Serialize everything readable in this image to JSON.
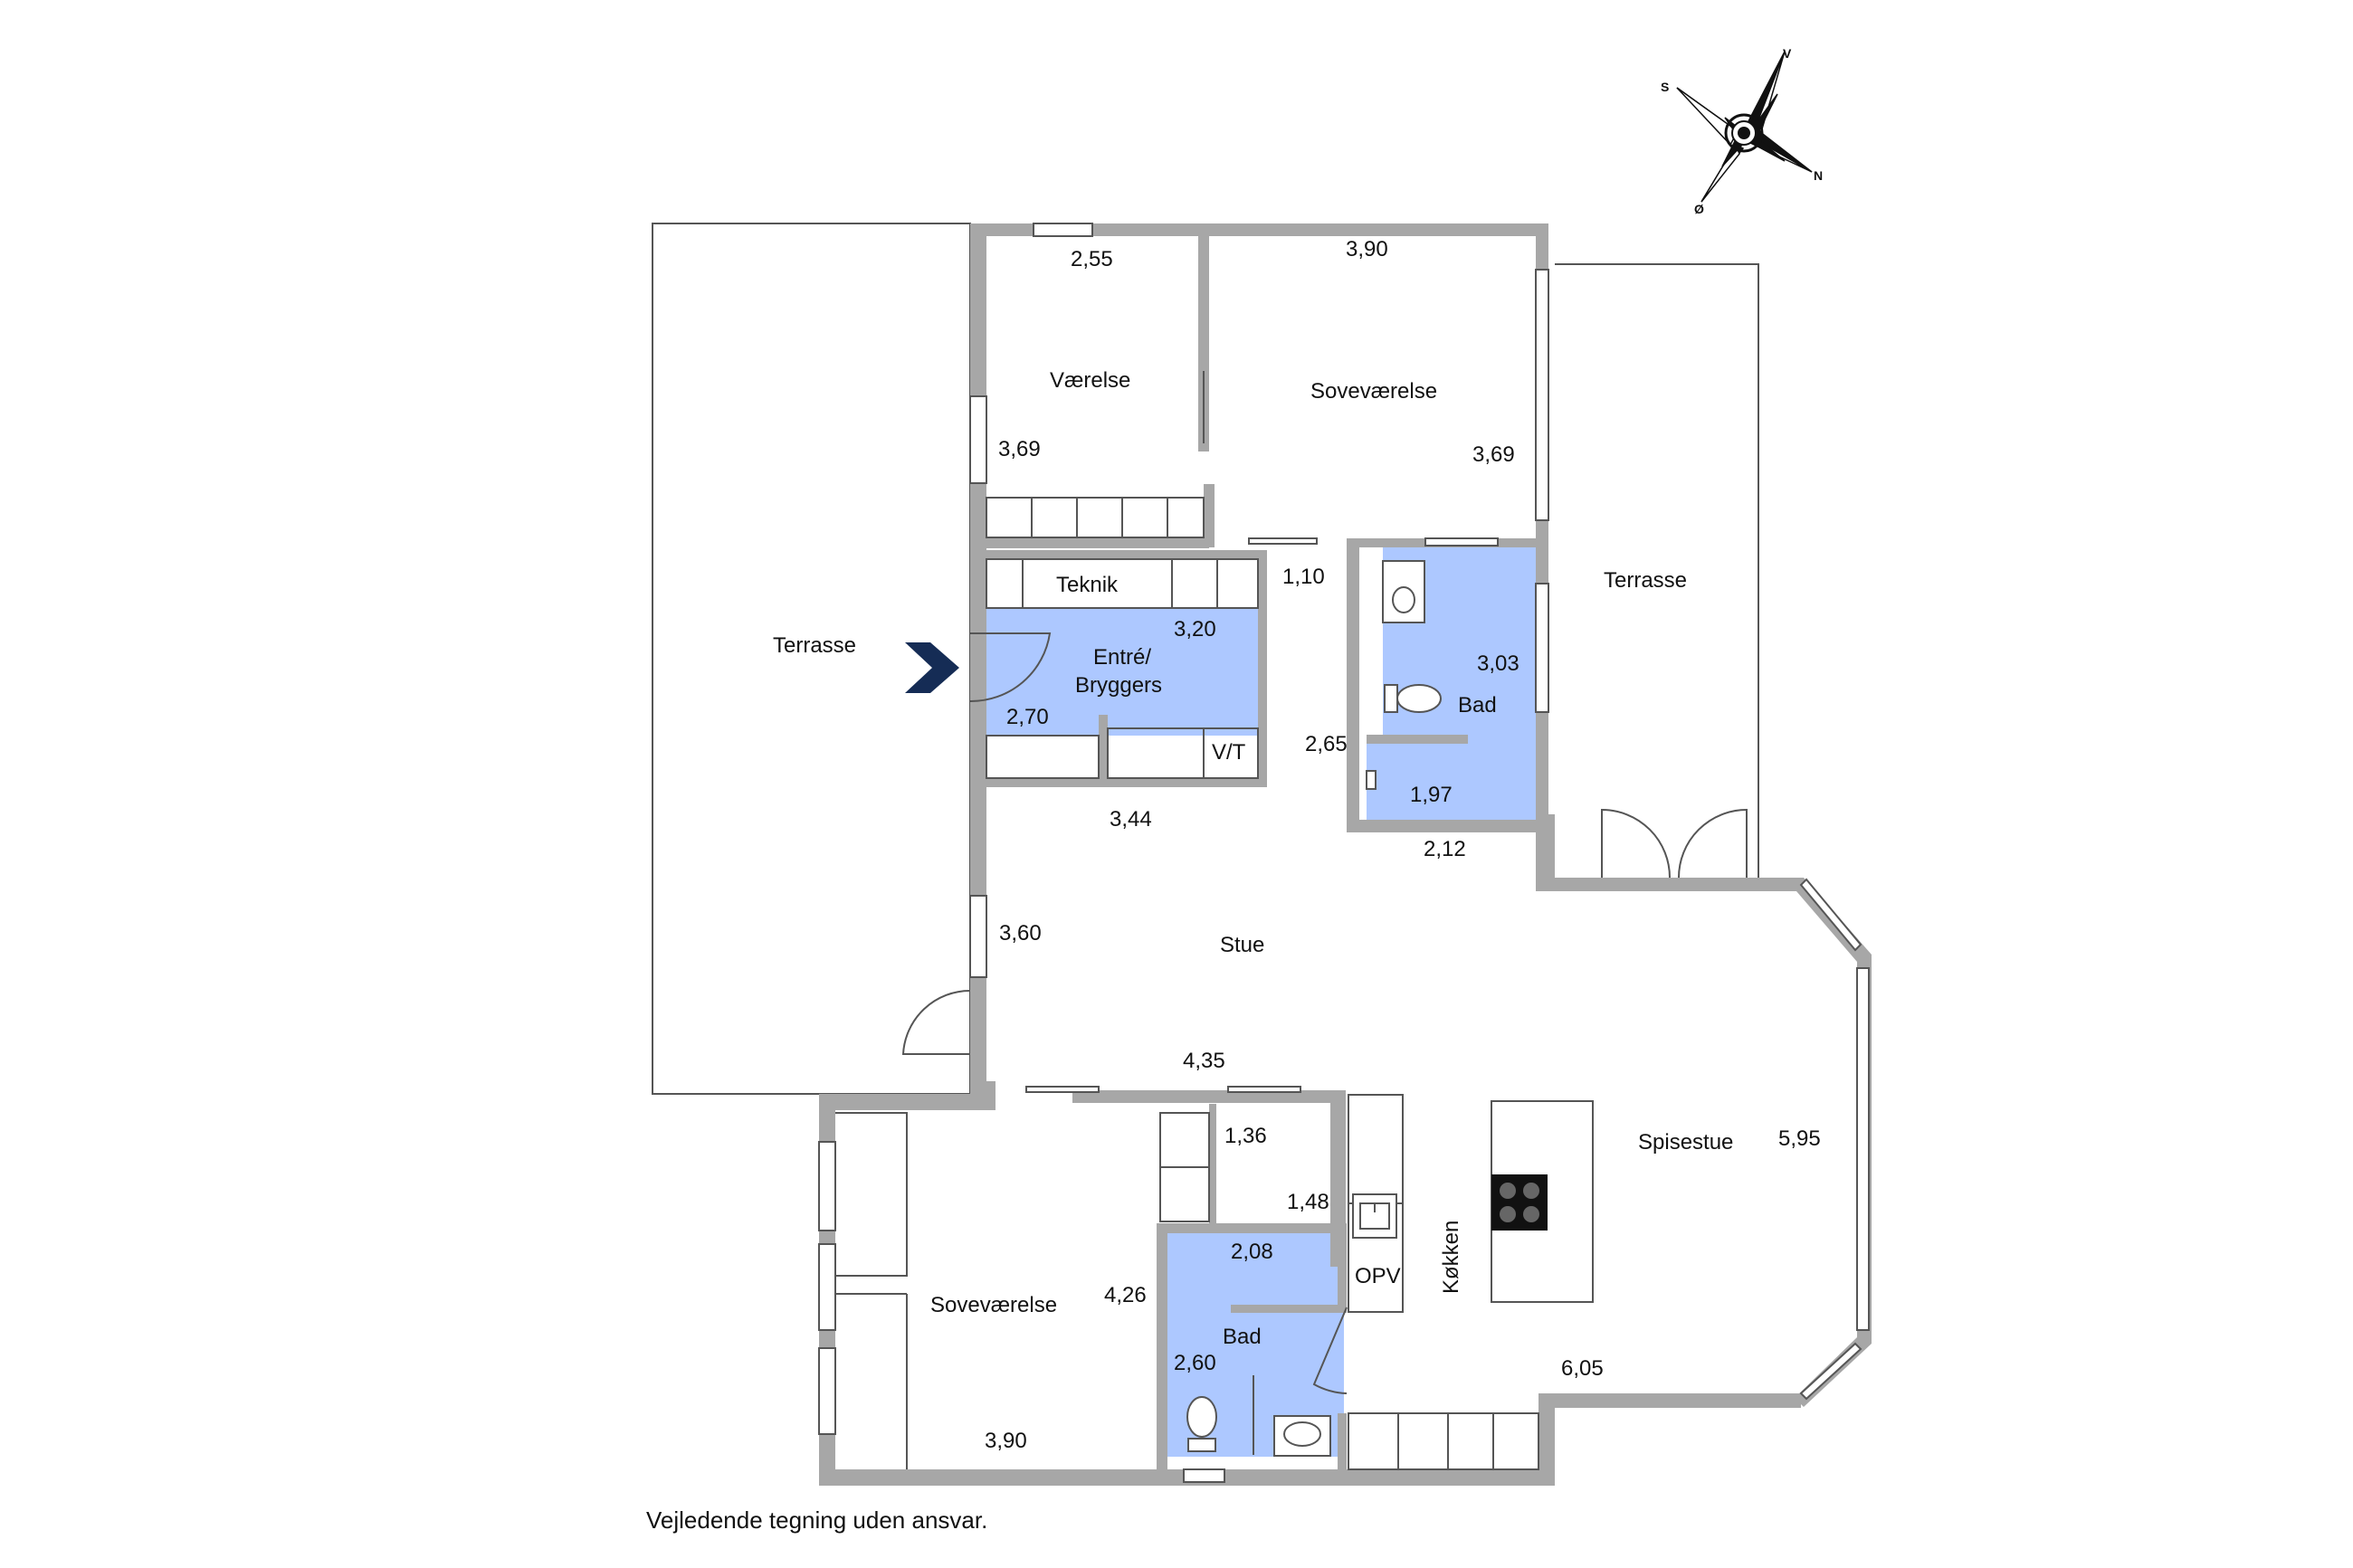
{
  "compass": {
    "n": "N",
    "s": "S",
    "v": "V",
    "o": "Ø"
  },
  "rooms": {
    "terrasse_left": "Terrasse",
    "terrasse_right": "Terrasse",
    "vaerelse": "Værelse",
    "sovevaerelse_top": "Soveværelse",
    "teknik": "Teknik",
    "entre_line1": "Entré/",
    "entre_line2": "Bryggers",
    "vt": "V/T",
    "bad_top": "Bad",
    "stue": "Stue",
    "spisestue": "Spisestue",
    "koekken": "Køkken",
    "opv": "OPV",
    "bad_bottom": "Bad",
    "sovevaerelse_bottom": "Soveværelse"
  },
  "dimensions": {
    "d_255": "2,55",
    "d_390_top": "3,90",
    "d_369_left": "3,69",
    "d_369_right": "3,69",
    "d_110": "1,10",
    "d_320": "3,20",
    "d_270": "2,70",
    "d_303": "3,03",
    "d_265": "2,65",
    "d_197": "1,97",
    "d_212": "2,12",
    "d_344": "3,44",
    "d_360": "3,60",
    "d_435": "4,35",
    "d_595": "5,95",
    "d_136": "1,36",
    "d_148": "1,48",
    "d_208": "2,08",
    "d_426": "4,26",
    "d_260": "2,60",
    "d_605": "6,05",
    "d_390_bottom": "3,90"
  },
  "disclaimer": "Vejledende tegning uden ansvar."
}
